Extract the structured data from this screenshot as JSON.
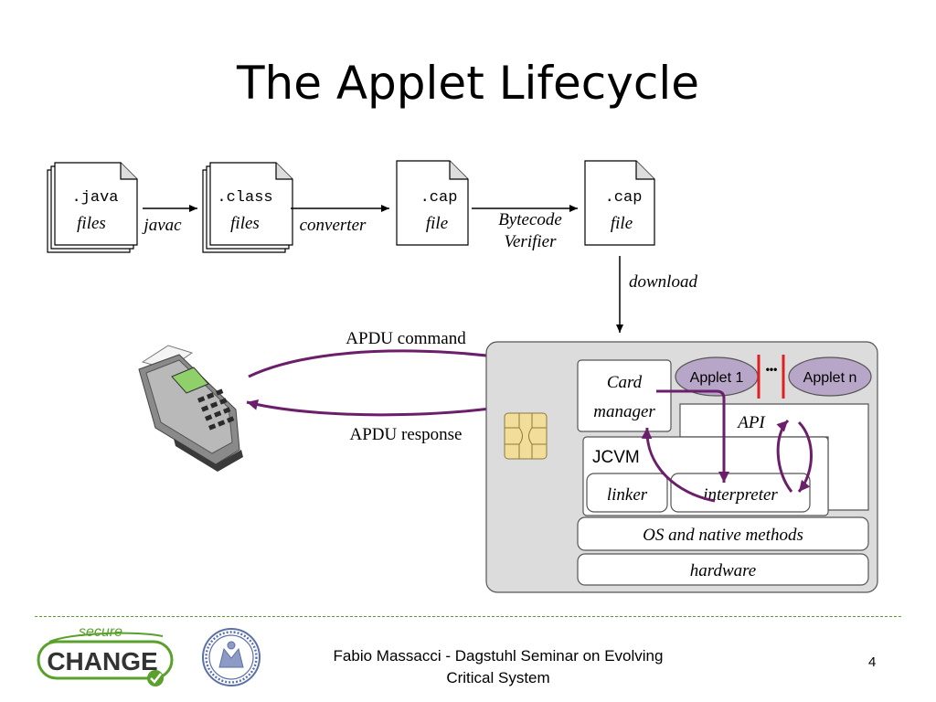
{
  "slide": {
    "title": "The Applet Lifecycle"
  },
  "pipeline": {
    "java": {
      "ext": ".java",
      "label": "files"
    },
    "class": {
      "ext": ".class",
      "label": "files"
    },
    "cap1": {
      "ext": ".cap",
      "label": "file"
    },
    "cap2": {
      "ext": ".cap",
      "label": "file"
    },
    "javac": "javac",
    "converter": "converter",
    "verifier_line1": "Bytecode",
    "verifier_line2": "Verifier",
    "download": "download"
  },
  "comm": {
    "command": "APDU command",
    "response": "APDU response"
  },
  "card": {
    "card_manager_line1": "Card",
    "card_manager_line2": "manager",
    "applet1": "Applet 1",
    "ellipsis": "•••",
    "appletn": "Applet n",
    "api": "API",
    "jcvm": "JCVM",
    "linker": "linker",
    "interpreter": "interpreter",
    "os": "OS and native methods",
    "hardware": "hardware"
  },
  "logo": {
    "secure": "secure",
    "change": "CHANGE"
  },
  "footer": {
    "line1": "Fabio Massacci - Dagstuhl Seminar on Evolving",
    "line2": "Critical System",
    "page": "4"
  },
  "colors": {
    "arrow_purple": "#6b1f6b",
    "applet_fill": "#b8a6c8",
    "card_bg": "#dcdcdc",
    "logo_green": "#5aa02c",
    "logo_dark": "#333333",
    "chip_gold": "#f3dd9a"
  }
}
